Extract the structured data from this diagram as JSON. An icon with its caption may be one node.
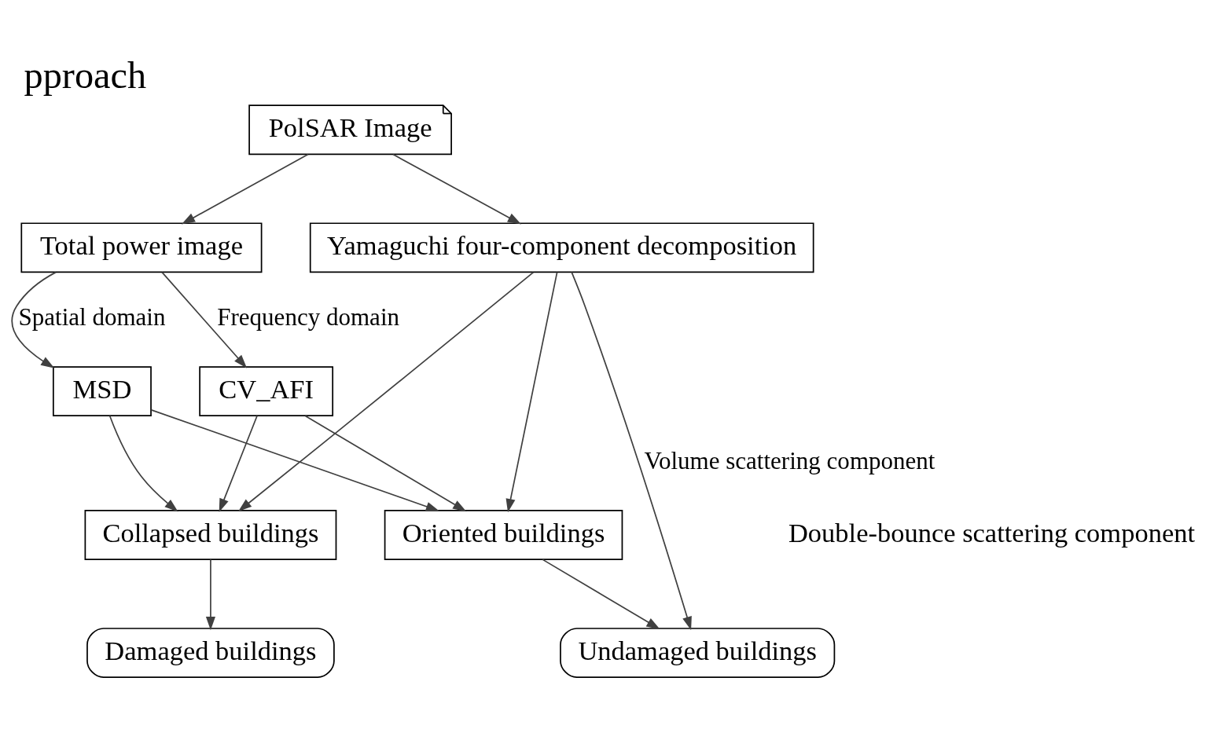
{
  "diagram": {
    "title": "pproach",
    "nodes": [
      {
        "text": [
          "PolSAR Image"
        ]
      },
      {
        "text": [
          "Yamaguchi four-component decomposition"
        ]
      },
      {
        "text": [
          "Total power image"
        ]
      },
      {
        "text": [
          "CV_AFI"
        ]
      },
      {
        "text": [
          "MSD"
        ]
      },
      {
        "text": [
          "Oriented buildings"
        ]
      },
      {
        "text": [
          "Collapsed buildings"
        ]
      },
      {
        "text": [
          "Undamaged buildings"
        ]
      },
      {
        "text": [
          "Damaged buildings"
        ]
      }
    ],
    "edges": [
      {
        "from": 0,
        "to": 1,
        "arrow": "to"
      },
      {
        "from": 0,
        "to": 2,
        "arrow": "to"
      },
      {
        "from": 2,
        "to": 3,
        "arrow": "to",
        "label": "Frequency domain"
      },
      {
        "from": 2,
        "to": 4,
        "arrow": "to",
        "label": "Spatial domain"
      },
      {
        "from": 1,
        "to": 7,
        "arrow": "to",
        "label": "Volume scattering component"
      },
      {
        "from": 3,
        "to": 5,
        "arrow": "to"
      },
      {
        "from": 3,
        "to": 6,
        "arrow": "to"
      },
      {
        "from": 4,
        "to": 5,
        "arrow": "to"
      },
      {
        "from": 4,
        "to": 6,
        "arrow": "to"
      },
      {
        "from": 1,
        "to": 5,
        "arrow": "to"
      },
      {
        "from": 1,
        "to": 6,
        "arrow": "to"
      },
      {
        "from": 5,
        "to": 7,
        "arrow": "to"
      },
      {
        "from": 6,
        "to": 8,
        "arrow": "to"
      }
    ],
    "labels": [
      "Double-bounce scattering component"
    ]
  }
}
